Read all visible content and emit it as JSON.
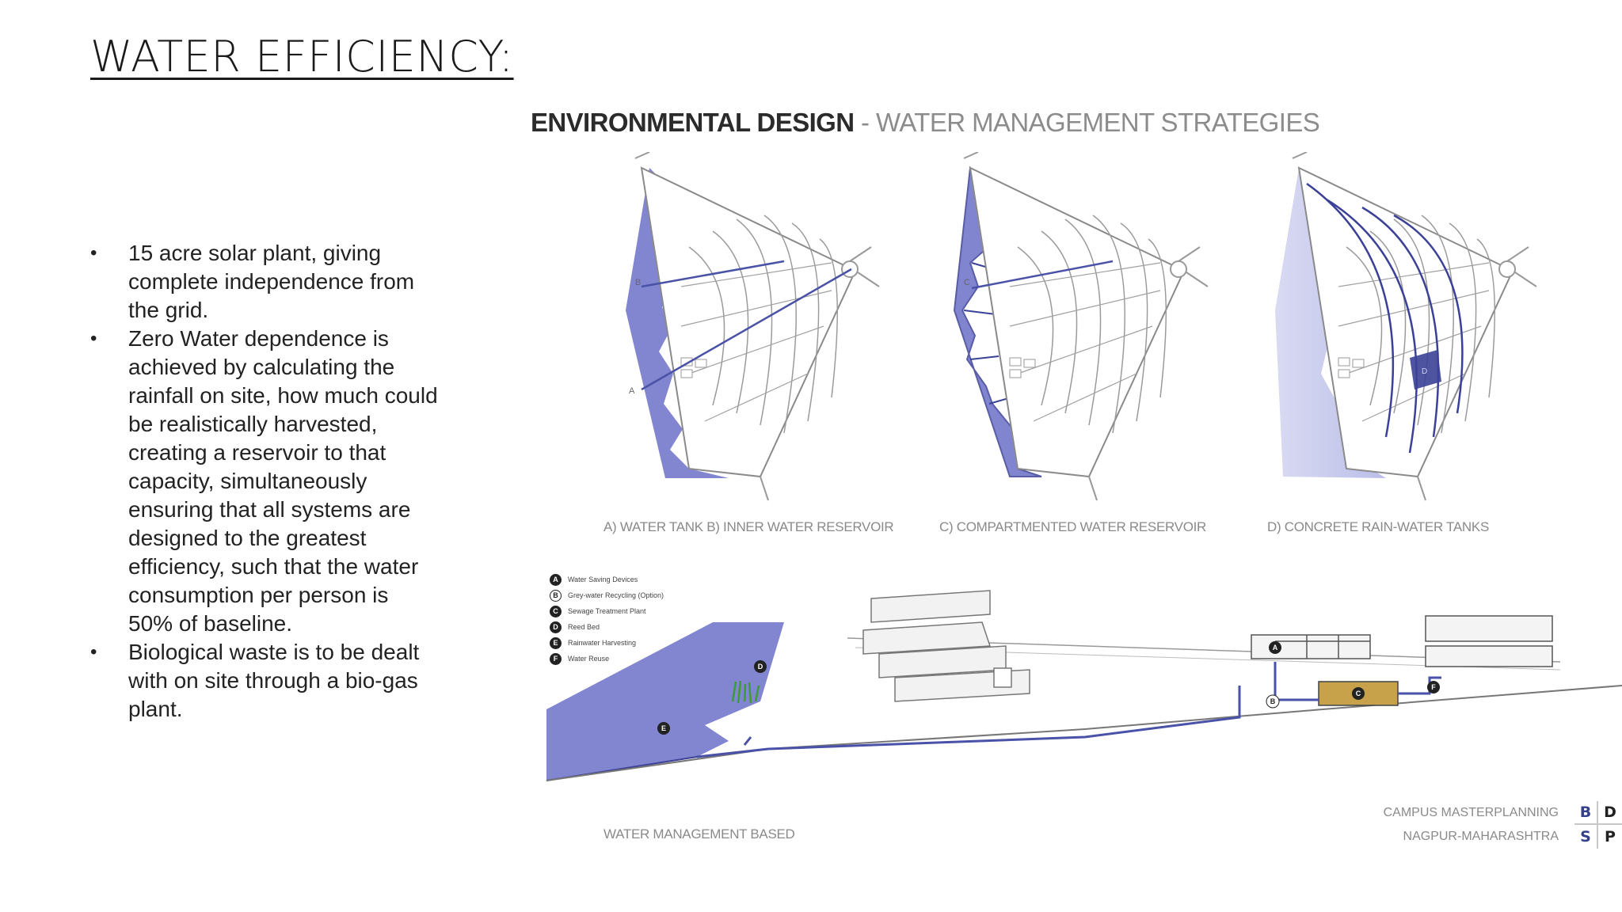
{
  "slide": {
    "title": "WATER EFFICIENCY:",
    "bullets": [
      "15 acre solar plant, giving complete independence from the grid.",
      " Zero Water dependence is achieved by calculating the rainfall on site, how much could be realistically harvested, creating a reservoir to that capacity, simultaneously ensuring that all systems are designed to the greatest efficiency, such that the water consumption per person is 50% of baseline.",
      "Biological waste is to be dealt with on site through a bio-gas plant."
    ]
  },
  "figure": {
    "heading_main": "ENVIRONMENTAL DESIGN",
    "heading_sep": " - ",
    "heading_sub": "WATER MANAGEMENT STRATEGIES",
    "captions": {
      "ab": "A) WATER TANK  B) INNER WATER RESERVOIR",
      "c": "C) COMPARTMENTED WATER RESERVOIR",
      "d": "D) CONCRETE RAIN-WATER TANKS"
    },
    "plan_markers": {
      "a": "A",
      "b": "B",
      "c": "C",
      "d": "D"
    },
    "legend": [
      {
        "key": "A",
        "label": "Water Saving Devices"
      },
      {
        "key": "B",
        "label": "Grey-water Recycling (Option)"
      },
      {
        "key": "C",
        "label": "Sewage Treatment Plant"
      },
      {
        "key": "D",
        "label": "Reed Bed"
      },
      {
        "key": "E",
        "label": "Rainwater Harvesting"
      },
      {
        "key": "F",
        "label": "Water Reuse"
      }
    ],
    "section_caption": "WATER MANAGEMENT BASED",
    "section_markers": {
      "a": "A",
      "b": "B",
      "c": "C",
      "d": "D",
      "e": "E",
      "f": "F"
    },
    "credit": {
      "line1": "CAMPUS MASTERPLANNING",
      "line2": "NAGPUR-MAHARASHTRA",
      "logo_letters": [
        "B",
        "D",
        "S",
        "P"
      ]
    },
    "colors": {
      "water": "#6c70c8",
      "water_light": "#b3b6e6",
      "water_dark": "#3b4196",
      "accent_line": "#4a52a8",
      "tank": "#c8a24a"
    }
  }
}
